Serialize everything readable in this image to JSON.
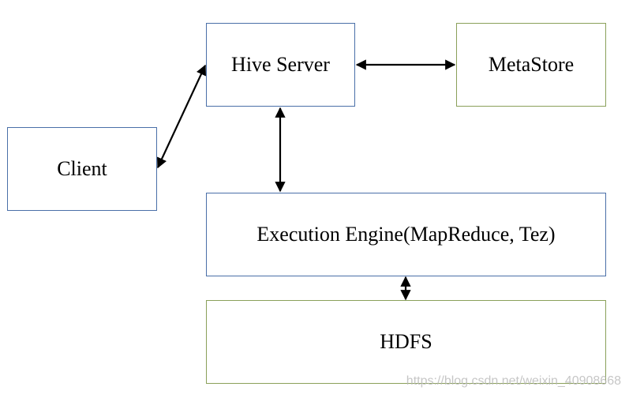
{
  "nodes": {
    "client": "Client",
    "hive_server": "Hive Server",
    "metastore": "MetaStore",
    "execution_engine": "Execution Engine(MapReduce, Tez)",
    "hdfs": "HDFS"
  },
  "watermark": "https://blog.csdn.net/weixin_40908668",
  "colors": {
    "blue_border": "#4a6fa8",
    "green_border": "#8aa05a",
    "arrow": "#000000"
  }
}
